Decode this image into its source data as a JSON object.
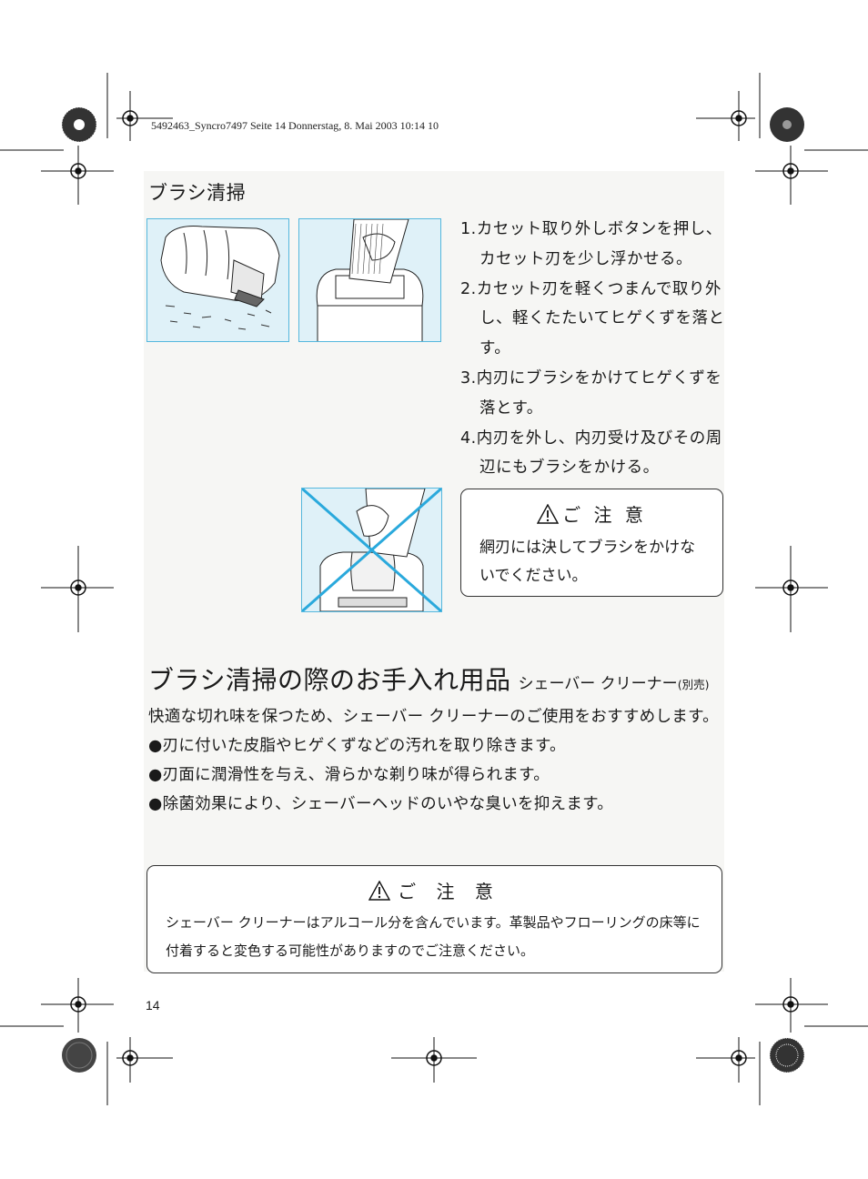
{
  "header": {
    "print_info": "5492463_Syncro7497  Seite 14  Donnerstag, 8. Mai 2003  10:14 10"
  },
  "brush_cleaning": {
    "title": "ブラシ清掃",
    "steps": [
      "1.カセット取り外しボタンを押し、カセット刃を少し浮かせる。",
      "2.カセット刃を軽くつまんで取り外し、軽くたたいてヒゲくずを落とす。",
      "3.内刃にブラシをかけてヒゲくずを落とす。",
      "4.内刃を外し、内刃受け及びその周辺にもブラシをかける。"
    ],
    "caution": {
      "title": "ご 注 意",
      "text": "網刃には決してブラシをかけないでください。"
    }
  },
  "cleaner_section": {
    "title": "ブラシ清掃の際のお手入れ用品",
    "subtitle": "シェーバー クリーナー",
    "subtitle_note": "(別売)",
    "intro": "快適な切れ味を保つため、シェーバー クリーナーのご使用をおすすめします。",
    "bullets": [
      "●刃に付いた皮脂やヒゲくずなどの汚れを取り除きます。",
      "●刃面に潤滑性を与え、滑らかな剃り味が得られます。",
      "●除菌効果により、シェーバーヘッドのいやな臭いを抑えます。"
    ],
    "caution": {
      "title": "ご 注 意",
      "text": "シェーバー クリーナーはアルコール分を含んでいます。革製品やフローリングの床等に付着すると変色する可能性がありますのでご注意ください。"
    }
  },
  "page_number": "14",
  "colors": {
    "figure_border": "#55b7dd",
    "figure_fill": "#dff1f8",
    "cross_mark": "#2aa9dc"
  }
}
